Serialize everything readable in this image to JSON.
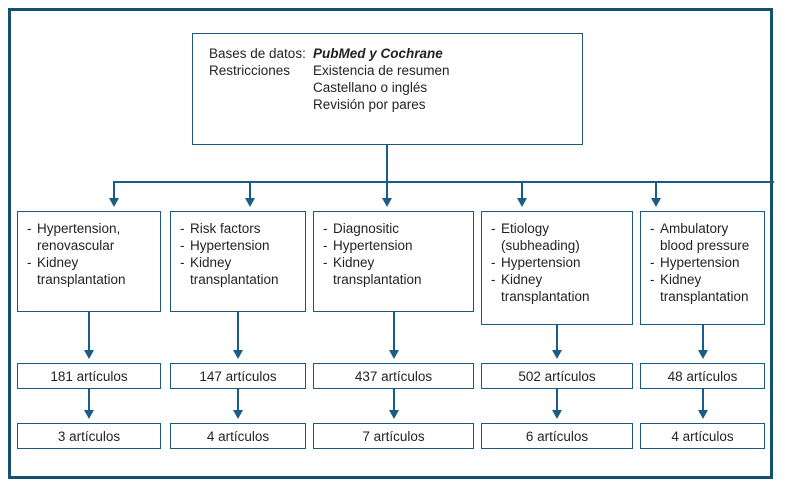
{
  "diagram": {
    "title_box": {
      "rows": [
        {
          "label": "Bases de datos:",
          "value": "PubMed y Cochrane",
          "emphasis": true
        },
        {
          "label": "Restricciones",
          "value": "Existencia de resumen",
          "emphasis": false
        }
      ],
      "extra_values": [
        "Castellano o inglés",
        "Revisión por pares"
      ]
    },
    "criteria_columns": [
      {
        "items": [
          "Hypertension,\nrenovascular",
          "Kidney\ntransplantation"
        ]
      },
      {
        "items": [
          "Risk factors",
          "Hypertension",
          "Kidney\ntransplantation"
        ]
      },
      {
        "items": [
          "Diagnositic",
          "Hypertension",
          "Kidney\ntransplantation"
        ]
      },
      {
        "items": [
          "Etiology\n(subheading)",
          "Hypertension",
          "Kidney\ntransplantation"
        ]
      },
      {
        "items": [
          "Ambulatory\nblood pressure",
          "Hypertension",
          "Kidney\ntransplantation"
        ]
      }
    ],
    "results_initial": [
      "181 artículos",
      "147 artículos",
      "437 artículos",
      "502 artículos",
      "48 artículos"
    ],
    "results_final": [
      "3 artículos",
      "4 artículos",
      "7 artículos",
      "6 artículos",
      "4 artículos"
    ]
  },
  "colors": {
    "frame_border": "#15506e",
    "box_border": "#1c5a7d",
    "connector": "#1b5c87",
    "text": "#231f20",
    "background": "#ffffff"
  }
}
